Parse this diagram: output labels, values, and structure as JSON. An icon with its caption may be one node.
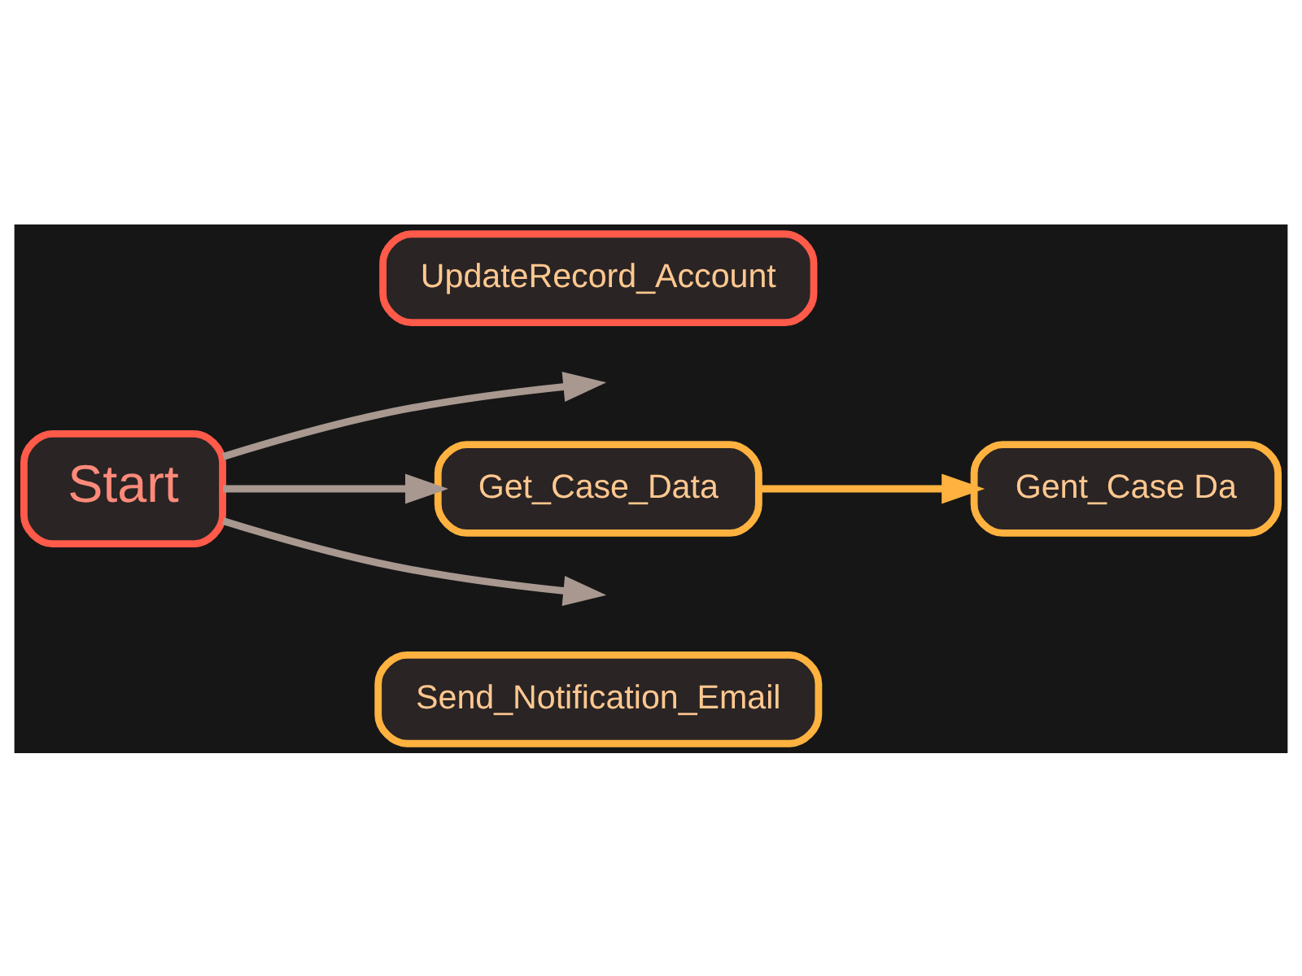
{
  "diagram": {
    "nodes": [
      {
        "text": [
          "Start"
        ]
      },
      {
        "text": [
          "UpdateRecord_Account"
        ]
      },
      {
        "text": [
          "Get_Case_Data"
        ]
      },
      {
        "text": [
          "Gent_Case Da"
        ]
      },
      {
        "text": [
          "Send_Notification_Email"
        ]
      }
    ],
    "edges": [
      {
        "from": 0,
        "to": null,
        "arrow": "to"
      },
      {
        "from": 0,
        "to": 2,
        "arrow": "to"
      },
      {
        "from": 0,
        "to": null,
        "arrow": "to"
      },
      {
        "from": 2,
        "to": 3,
        "arrow": "to",
        "color": "#ffb23f"
      }
    ]
  }
}
